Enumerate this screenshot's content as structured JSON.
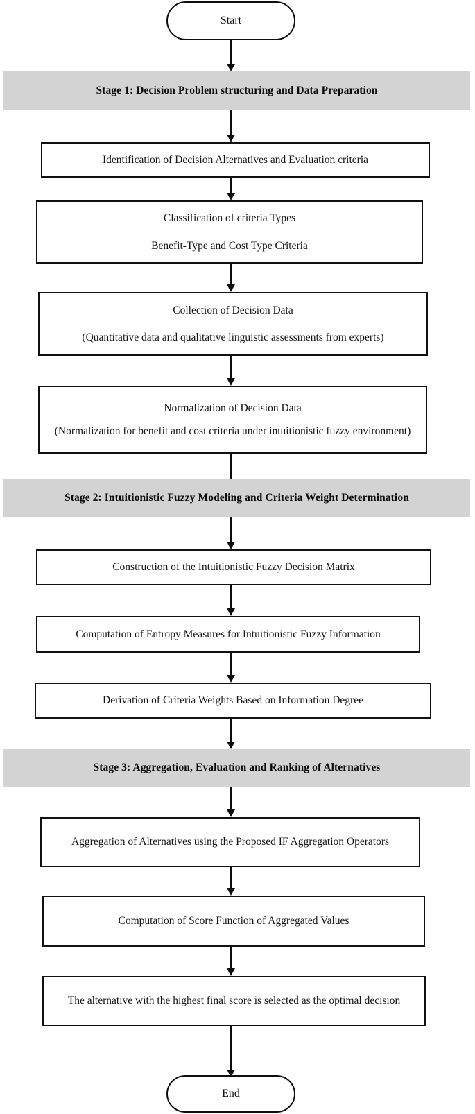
{
  "diagram": {
    "title": "Decision-making methodology flowchart",
    "colors": {
      "stage_banner_fill": "#d3d3d3",
      "node_border": "#111111",
      "node_fill": "#ffffff",
      "arrow": "#0d0d0d",
      "text": "#141414"
    }
  },
  "nodes": {
    "start": {
      "label": "Start"
    },
    "end": {
      "label": "End"
    },
    "stage1": {
      "label": "Stage 1: Decision Problem structuring and Data Preparation"
    },
    "stage2": {
      "label": "Stage 2: Intuitionistic Fuzzy Modeling and Criteria Weight Determination"
    },
    "stage3": {
      "label": "Stage 3: Aggregation, Evaluation and Ranking of Alternatives"
    },
    "s1_step1": {
      "line1": "Identification of Decision Alternatives and Evaluation criteria"
    },
    "s1_step2": {
      "line1": "Classification of criteria Types",
      "line2": "Benefit-Type and Cost Type Criteria"
    },
    "s1_step3": {
      "line1": "Collection of Decision Data",
      "line2": "(Quantitative data and qualitative linguistic assessments from experts)"
    },
    "s1_step4": {
      "line1": "Normalization of Decision Data",
      "line2": "(Normalization for benefit and cost criteria under intuitionistic fuzzy environment)"
    },
    "s2_step1": {
      "line1": "Construction of the Intuitionistic Fuzzy Decision Matrix"
    },
    "s2_step2": {
      "line1": "Computation of Entropy Measures for Intuitionistic Fuzzy Information"
    },
    "s2_step3": {
      "line1": "Derivation of Criteria Weights Based on Information Degree"
    },
    "s3_step1": {
      "line1": "Aggregation of Alternatives using the Proposed IF Aggregation Operators"
    },
    "s3_step2": {
      "line1": "Computation of Score Function of Aggregated Values"
    },
    "s3_step3": {
      "line1": "The alternative with the highest final score is selected as the optimal decision"
    }
  }
}
